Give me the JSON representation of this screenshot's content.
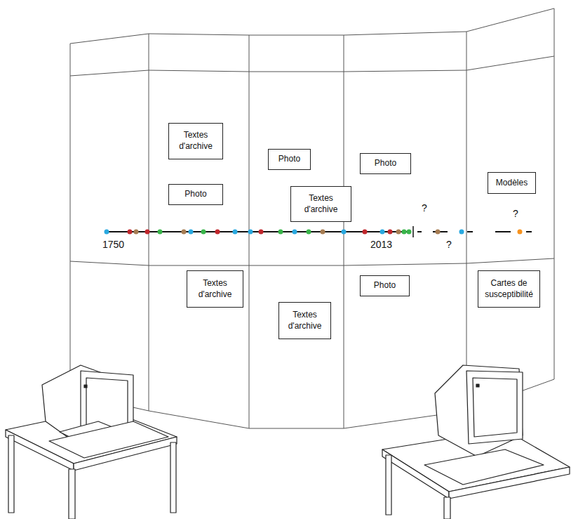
{
  "diagram": {
    "nodes": [
      {
        "text": [
          "Textes d'archive"
        ]
      },
      {
        "text": [
          "Photo"
        ]
      },
      {
        "text": [
          "Photo"
        ]
      },
      {
        "text": [
          "Textes d'archive"
        ]
      },
      {
        "text": [
          "Photo"
        ]
      },
      {
        "text": [
          "Modèles"
        ]
      },
      {
        "text": [
          "Textes d'archive"
        ]
      },
      {
        "text": [
          "Textes d'archive"
        ]
      },
      {
        "text": [
          "Photo"
        ]
      },
      {
        "text": [
          "Cartes de susceptibilité"
        ]
      }
    ],
    "labels": [
      "1750",
      "2013",
      "?",
      "?",
      "?"
    ]
  }
}
